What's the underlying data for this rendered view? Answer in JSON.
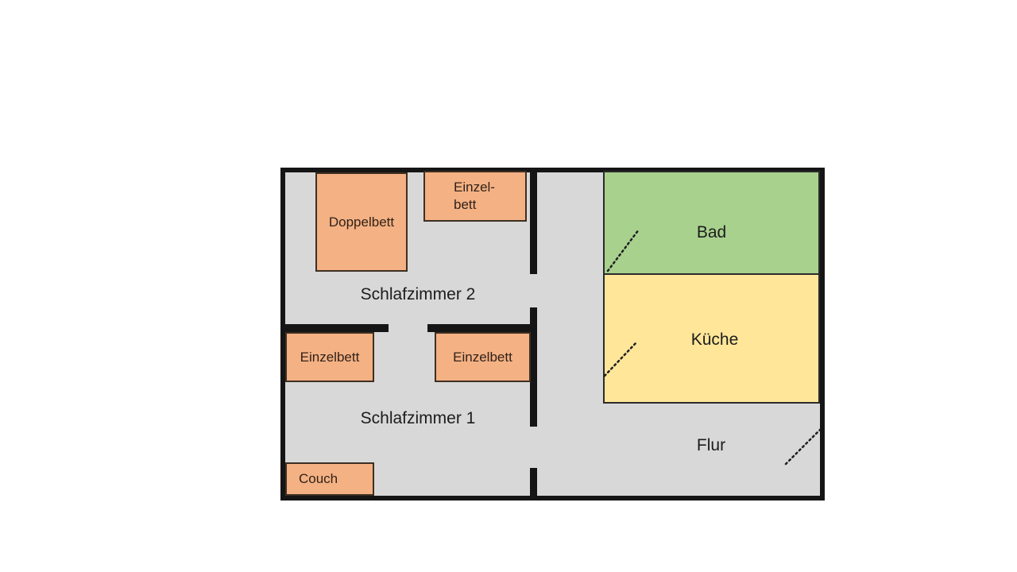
{
  "rooms": {
    "schlafzimmer2": {
      "label": "Schlafzimmer 2"
    },
    "schlafzimmer1": {
      "label": "Schlafzimmer 1"
    },
    "bad": {
      "label": "Bad",
      "fill": "#A9D18E"
    },
    "kueche": {
      "label": "Küche",
      "fill": "#FFE699"
    },
    "flur": {
      "label": "Flur",
      "fill": "#D8D8D8"
    }
  },
  "furniture": {
    "doppelbett": {
      "label": "Doppelbett"
    },
    "einzelbett_schlafzimmer2": {
      "line1": "Einzel-",
      "line2": "bett"
    },
    "einzelbett_schlafzimmer1_links": {
      "label": "Einzelbett"
    },
    "einzelbett_schlafzimmer1_rechts": {
      "label": "Einzelbett"
    },
    "couch": {
      "label": "Couch"
    }
  },
  "colors": {
    "wall": "#151515",
    "floor": "#D8D8D8",
    "bed_fill": "#F4B183",
    "bad_fill": "#A9D18E",
    "kueche_fill": "#FFE699",
    "door_swing": "#1f1f1f",
    "background": "#FFFFFF"
  }
}
